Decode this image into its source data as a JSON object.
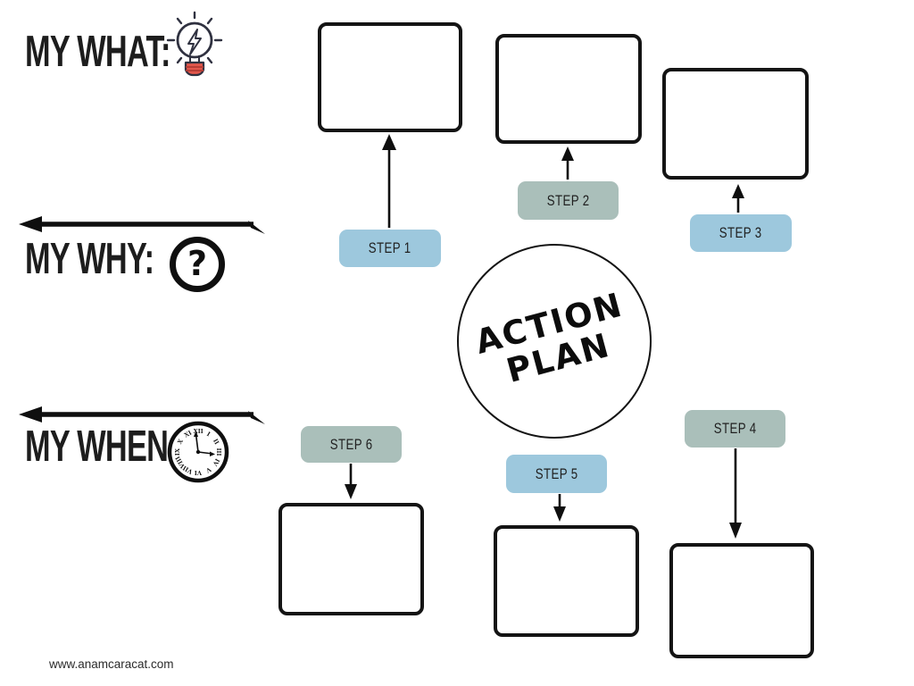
{
  "page": {
    "footer_url": "www.anamcaracat.com"
  },
  "headings": {
    "what": "MY WHAT:",
    "why": "MY WHY:",
    "when": "MY WHEN:"
  },
  "icons": {
    "what": "lightbulb-icon",
    "why": "question-mark-icon",
    "when": "clock-icon",
    "question_glyph": "?"
  },
  "center": {
    "line1": "ACTION",
    "line2": "PLAN"
  },
  "steps": [
    {
      "label": "STEP 1",
      "color": "#9dc8dd"
    },
    {
      "label": "STEP 2",
      "color": "#aabfba"
    },
    {
      "label": "STEP 3",
      "color": "#9dc8dd"
    },
    {
      "label": "STEP 4",
      "color": "#aabfba"
    },
    {
      "label": "STEP 5",
      "color": "#9dc8dd"
    },
    {
      "label": "STEP 6",
      "color": "#aabfba"
    }
  ],
  "colors": {
    "ink": "#141414",
    "step_blue": "#9dc8dd",
    "step_sage": "#aabfba",
    "bulb_red": "#e2574c"
  }
}
